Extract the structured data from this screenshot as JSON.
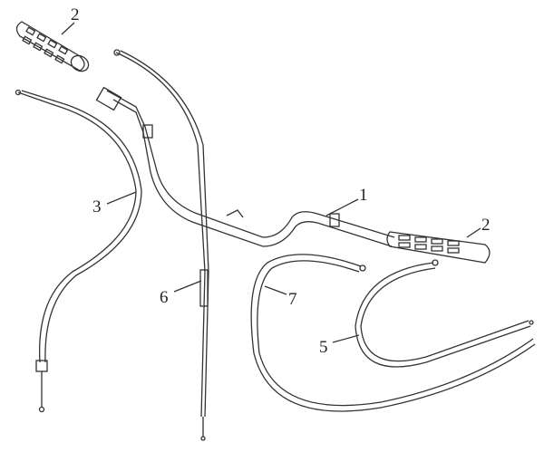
{
  "diagram": {
    "callouts": [
      {
        "id": "grip-left",
        "text": "2"
      },
      {
        "id": "grip-right",
        "text": "2"
      },
      {
        "id": "handlebar",
        "text": "1"
      },
      {
        "id": "cable-3",
        "text": "3"
      },
      {
        "id": "cable-6",
        "text": "6"
      },
      {
        "id": "cable-7",
        "text": "7"
      },
      {
        "id": "cable-5",
        "text": "5"
      }
    ],
    "colors": {
      "line": "#333333",
      "background": "#ffffff"
    }
  }
}
